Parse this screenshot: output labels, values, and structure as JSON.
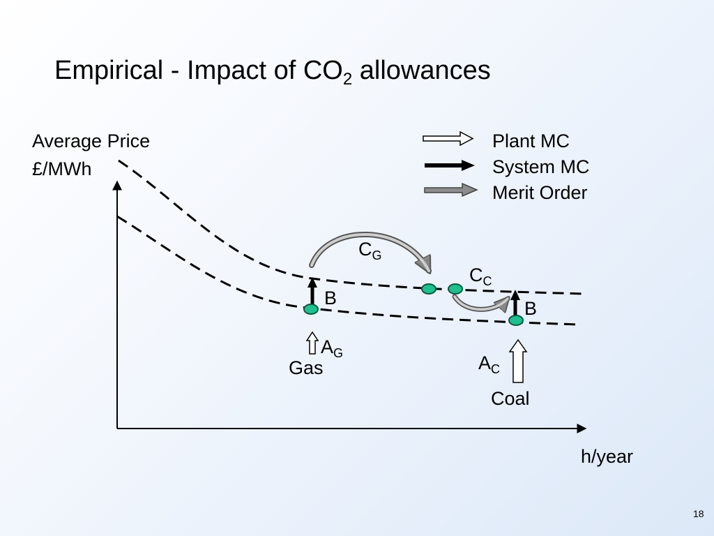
{
  "slide": {
    "title": "Empirical -  Impact of CO",
    "title_sub": "2",
    "title_suffix": " allowances",
    "page_number": "18"
  },
  "axes": {
    "y_label_line1": "Average Price",
    "y_label_line2": "£/MWh",
    "x_label": "h/year"
  },
  "legend": {
    "items": [
      {
        "label": "Plant MC",
        "arrow_style": "hollow-white"
      },
      {
        "label": "System MC",
        "arrow_style": "solid-black"
      },
      {
        "label": "Merit Order",
        "arrow_style": "grey"
      }
    ]
  },
  "labels": {
    "cg_main": "C",
    "cg_sub": "G",
    "cc_main": "C",
    "cc_sub": "C",
    "b_gas": "B",
    "b_coal": "B",
    "ag_main": "A",
    "ag_sub": "G",
    "ac_main": "A",
    "ac_sub": "C",
    "gas": "Gas",
    "coal": "Coal"
  },
  "colors": {
    "point_fill": "#1fbf8f",
    "point_stroke": "#0a5a3e",
    "merit_arrow": "#888888",
    "line": "#000000"
  }
}
